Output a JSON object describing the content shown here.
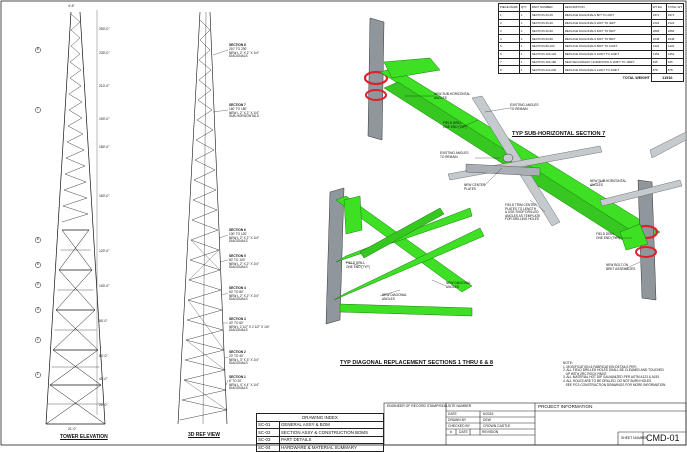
{
  "bom": {
    "headers": [
      "PIECE MARK",
      "QTY",
      "PART NUMBER",
      "DESCRIPTION",
      "WT EA",
      "TOTAL WT"
    ],
    "rows": [
      [
        "1",
        "1",
        "SECTION 20-25",
        "REPLACE DIAGONALS 8FT TO 20FT",
        "3371",
        "3371"
      ],
      [
        "2",
        "1",
        "SECTION 25-40",
        "REPLACE DIAGONALS 20FT TO 40FT",
        "2124",
        "2124"
      ],
      [
        "3",
        "1",
        "SECTION 40-60",
        "REPLACE DIAGONALS 40FT TO 60FT",
        "1866",
        "1866"
      ],
      [
        "4",
        "1",
        "SECTION 60-80",
        "REPLACE DIAGONALS 60FT TO 80FT",
        "1648",
        "1648"
      ],
      [
        "5",
        "1",
        "SECTION 80-100",
        "REPLACE DIAGONALS 80FT TO 100FT",
        "1422",
        "1422"
      ],
      [
        "6",
        "1",
        "SECTION 100-120",
        "REPLACE DIAGONALS 100FT TO 120FT",
        "1352",
        "1352"
      ],
      [
        "7",
        "1",
        "SECTION 160-180",
        "NEW SECONDARY HORIZONTALS 160FT TO 180FT",
        "465",
        "465"
      ],
      [
        "8",
        "1",
        "SECTION 210-230",
        "REPLACE DIAGONALS 210FT TO 230FT",
        "878",
        "878"
      ]
    ],
    "total_label": "TOTAL WEIGHT",
    "total_value": "11516"
  },
  "elevation": {
    "title": "TOWER ELEVATION",
    "top_width": "4'-6\"",
    "base_width": "21'-0\"",
    "dims": [
      "250'-0\"",
      "230'-0\"",
      "210'-0\"",
      "190'-0\"",
      "180'-0\"",
      "160'-0\"",
      "120'-0\"",
      "100'-0\"",
      "80'-0\"",
      "60'-0\"",
      "40'-0\"",
      "20'-0\""
    ],
    "markers": [
      "8",
      "7",
      "6",
      "5",
      "4",
      "3",
      "2",
      "1"
    ]
  },
  "ref_view": {
    "title": "3D REF VIEW",
    "sections": [
      {
        "name": "SECTION 8",
        "text": "210' TO 230'\nNEW L 2\" X 2\" X 1/4\"\nDIAGONALS"
      },
      {
        "name": "SECTION 7",
        "text": "160' TO 180'\nNEW L 2\" X 2\" X 1/4\"\nSUB-HORIZONTALS"
      },
      {
        "name": "SECTION 6",
        "text": "100' TO 120'\nNEW L 2\" X 2\" X 1/4\"\nDIAGONALS"
      },
      {
        "name": "SECTION 5",
        "text": "80' TO 100'\nNEW L 2\" X 2\" X 1/4\"\nDIAGONALS"
      },
      {
        "name": "SECTION 4",
        "text": "60' TO 80'\nNEW L 2\" X 2\" X 1/4\"\nDIAGONALS"
      },
      {
        "name": "SECTION 3",
        "text": "40' TO 60'\nNEW L 2 1/2\" X 2 1/2\" X 1/4\"\nDIAGONALS"
      },
      {
        "name": "SECTION 2",
        "text": "20' TO 40'\nNEW L 3\" X 3\" X 1/4\"\nDIAGONALS"
      },
      {
        "name": "SECTION 1",
        "text": "8' TO 20'\nNEW L 4\" X 4\" X 1/4\"\nDIAGONALS"
      }
    ]
  },
  "sub_horizontal": {
    "title": "TYP SUB-HORIZONTAL SECTION 7",
    "callouts": [
      "NEW SUB-HORIZONTAL\nANGLES",
      "EXISTING ANGLES\nTO REMAIN",
      "FIELD DRILL\nONE END (TYP)",
      "EXISTING ANGLES\nTO REMAIN",
      "NEW CENTER\nPLATES",
      "NEW SUB-HORIZONTAL\nANGLES",
      "FIELD TRIM CENTER\nPLATES TO LENGTH\n& USE SHOP DRILLED\nANGLES AS TEMPLATE\nFOR DRILLING HOLES",
      "FIELD DRILL\nONE END (TYP)",
      "NEW BOLT-ON\nBRKT ASSEMBLIES"
    ]
  },
  "diagonal": {
    "title": "TYP DIAGONAL REPLACEMENT SECTIONS 1 THRU 6 & 8",
    "callouts": [
      "FIELD DRILL\nONE END (TYP)",
      "NEW DIAGONAL\nANGLES",
      "NEW DIAGONAL\nANGLES"
    ]
  },
  "notes": {
    "heading": "NOTE:",
    "lines": [
      "1. MODIFICATION & FABRICATION DETAILS PER:",
      "",
      "2. ALL FIELD DRILLED HOLES SHALL BE CLEANED AND TOUCHED",
      "   UP WITH ZRC ROCK PAINT",
      "3. ALL MATERIAL HOT DIP GALVANIZED PER ASTM A123 & A153",
      "4. ALL HOLES ARE TO BE DRILLED, DO NOT BURN HOLES",
      "   SEE PCS CONSTRUCTION DRAWINGS FOR MORE INFORMATION"
    ]
  },
  "drawing_index": {
    "title": "DRAWING INDEX",
    "rows": [
      [
        "SC-01",
        "GENERAL ASSY & BOM"
      ],
      [
        "SC-02",
        "SECTION ASSY & CONSTRUCTION BOMS"
      ],
      [
        "SC-03",
        "PART DETAILS"
      ],
      [
        "SC-04",
        "HARDWARE & MATERIAL SUMMARY"
      ]
    ]
  },
  "title_block": {
    "engineer": "ENGINEER OF RECORD STAMP/SEAL",
    "site_number_label": "SITE NUMBER",
    "date_label": "DATE",
    "date_value": "6/2015",
    "drawn_label": "DRAWN BY",
    "drawn_value": "DEW",
    "checked_label": "CHECKED BY",
    "checked_value": "CROWN CASTLE",
    "rev_label": "#",
    "revdate_label": "DATE",
    "revision_label": "REVISION",
    "project_info": "PROJECT INFORMATION",
    "sheet_label": "SHEET NUMBER",
    "sheet_number": "CMD-01"
  },
  "colors": {
    "member_green": "#3ee024",
    "steel_gray": "#8f969c",
    "plate_red": "#e0202a"
  }
}
